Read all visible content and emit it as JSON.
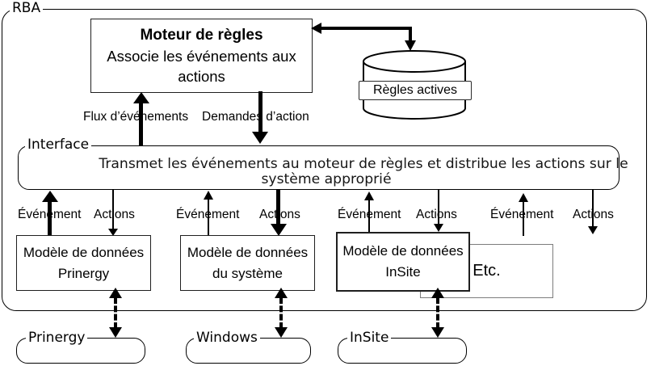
{
  "rba": {
    "label": "RBA"
  },
  "rule_engine": {
    "title": "Moteur de règles",
    "desc_line1": "Associe les événements aux",
    "desc_line2": "actions"
  },
  "rules_store": {
    "label": "Règles actives"
  },
  "flows": {
    "events_flow_label": "Flux d’événements",
    "action_requests_label": "Demandes d’action"
  },
  "interface": {
    "label": "Interface",
    "desc_line1": "Transmet les événements au moteur de règles et distribue les actions sur le",
    "desc_line2": "système approprié"
  },
  "channels": [
    {
      "event": "Événement",
      "actions": "Actions"
    },
    {
      "event": "Événement",
      "actions": "Actions"
    },
    {
      "event": "Événement",
      "actions": "Actions"
    },
    {
      "event": "Événement",
      "actions": "Actions"
    }
  ],
  "models": [
    {
      "line1": "Modèle de données",
      "line2": "Prinergy"
    },
    {
      "line1": "Modèle de données",
      "line2": "du système"
    },
    {
      "line1": "Modèle de données",
      "line2": "InSite"
    }
  ],
  "etc": {
    "label": "Etc."
  },
  "systems": [
    {
      "label": "Prinergy"
    },
    {
      "label": "Windows"
    },
    {
      "label": "InSite"
    }
  ],
  "colors": {
    "line": "#000000",
    "box_border": "#1f1f1f",
    "etc_border": "#7d7d7d"
  }
}
